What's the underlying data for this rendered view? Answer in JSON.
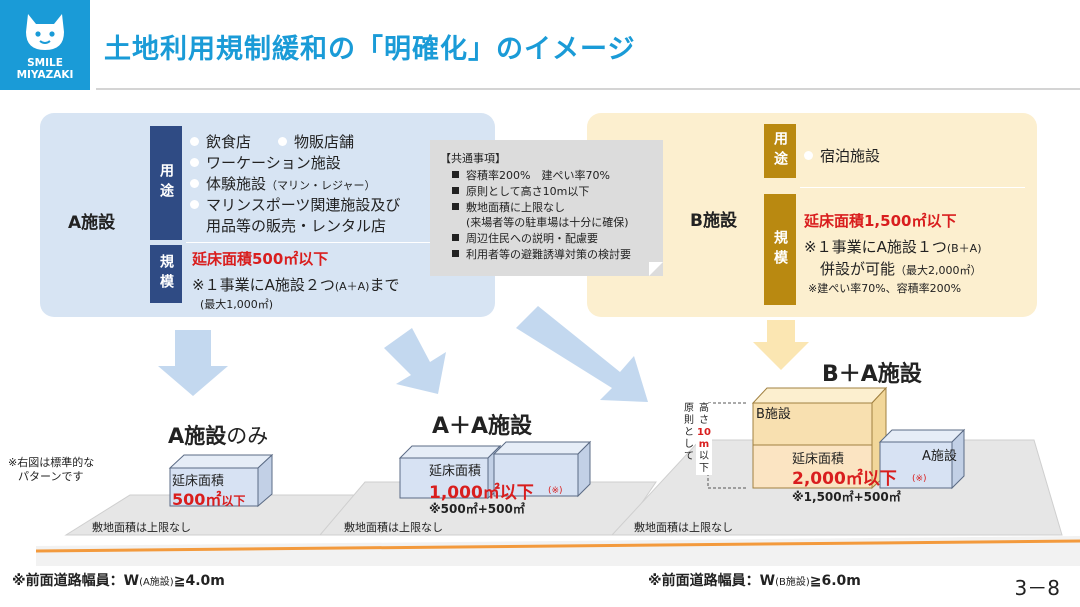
{
  "logo": {
    "line1": "SMILE",
    "line2": "MIYAZAKI"
  },
  "title": "土地利用規制緩和の「明確化」のイメージ",
  "facility_a": {
    "label": "A施設",
    "use_tag": "用途",
    "uses": [
      "飲食店",
      "物販店舗",
      "ワーケーション施設",
      "体験施設",
      "（マリン・レジャー）",
      "マリンスポーツ関連施設及び",
      "用品等の販売・レンタル店"
    ],
    "scale_tag": "規模",
    "scale_limit": "延床面積500㎡以下",
    "scale_note": "※１事業にA施設２つ",
    "scale_note_paren": "(A＋A)",
    "scale_note_end": "まで",
    "scale_max": "(最大1,000㎡)"
  },
  "common": {
    "heading": "【共通事項】",
    "items": [
      "容積率200%　建ぺい率70%",
      "原則として高さ10m以下",
      "敷地面積に上限なし",
      "(来場者等の駐車場は十分に確保)",
      "周辺住民への説明・配慮要",
      "利用者等の避難誘導対策の検討要"
    ]
  },
  "facility_b": {
    "label": "B施設",
    "use_tag": "用途",
    "uses": [
      "宿泊施設"
    ],
    "scale_tag": "規模",
    "scale_limit": "延床面積1,500㎡以下",
    "scale_note1": "※１事業にA施設１つ",
    "scale_note1_paren": "(B＋A)",
    "scale_note2": "併設が可能",
    "scale_note2_paren": "（最大2,000㎡）",
    "scale_note3": "※建ぺい率70%、容積率200%"
  },
  "scene": {
    "side_note": [
      "※右図は標準的な",
      "パターンです"
    ],
    "a_only": {
      "title_a": "A施設",
      "title_b": "のみ",
      "box_label": "延床面積",
      "area": "500㎡",
      "area_suffix": "以下",
      "ground": "敷地面積は上限なし"
    },
    "a_plus_a": {
      "title": "A＋A施設",
      "box_label": "延床面積",
      "area": "1,000㎡以下",
      "note_mark": "(※)",
      "breakdown": "※500㎡+500㎡",
      "ground": "敷地面積は上限なし"
    },
    "b_plus_a": {
      "title": "B＋A施設",
      "b_label": "B施設",
      "a_label": "A施設",
      "box_label": "延床面積",
      "area": "2,000㎡以下",
      "note_mark": "(※)",
      "breakdown": "※1,500㎡+500㎡",
      "ground": "敷地面積は上限なし",
      "height_col1": [
        "原",
        "則",
        "と",
        "し",
        "て"
      ],
      "height_col2_top": [
        "高",
        "さ"
      ],
      "height_value": [
        "10",
        "m"
      ],
      "height_col2_bottom": [
        "以",
        "下"
      ]
    }
  },
  "road_note_a": {
    "prefix": "※前面道路幅員：W",
    "paren": "(A施設)",
    "value": "≧4.0m"
  },
  "road_note_b": {
    "prefix": "※前面道路幅員：W",
    "paren": "(B施設)",
    "value": "≧6.0m"
  },
  "page_number": "3－8",
  "colors": {
    "brand_blue": "#1a9bd7",
    "navy": "#2f4b84",
    "gold": "#b98911",
    "red": "#d91e1e",
    "road_orange": "#f39a3d"
  }
}
